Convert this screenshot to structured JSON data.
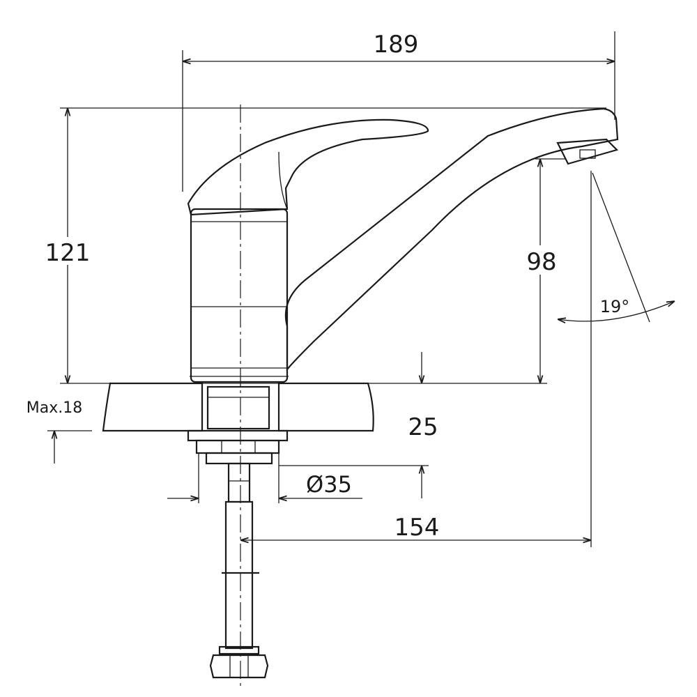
{
  "drawing": {
    "type": "faucet dimension drawing",
    "line_color": "#1a1a1a",
    "dimensions": {
      "overall_length": "189",
      "overall_height": "121",
      "spout_height": "98",
      "swivel_angle": "19°",
      "max_counter_thickness": "Max.18",
      "shank_length": "25",
      "hole_diameter": "Ø35",
      "spout_reach": "154"
    }
  }
}
